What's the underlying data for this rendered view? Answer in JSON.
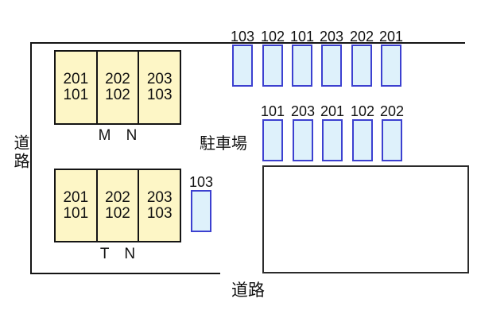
{
  "colors": {
    "background": "#ffffff",
    "outline": "#141414",
    "building_fill": "#fdf6c6",
    "building_border": "#141414",
    "stall_fill": "#def1fb",
    "stall_border": "#3c40d0",
    "block_border": "#2b2b2b",
    "text": "#111111"
  },
  "labels": {
    "road_left": "道路",
    "road_bottom": "道路",
    "parking_lot": "駐車場",
    "building_top_name": "M N",
    "building_bottom_name": "T N",
    "single_stall": "103"
  },
  "building_top": {
    "units": [
      [
        "201",
        "101"
      ],
      [
        "202",
        "102"
      ],
      [
        "203",
        "103"
      ]
    ]
  },
  "building_bottom": {
    "units": [
      [
        "201",
        "101"
      ],
      [
        "202",
        "102"
      ],
      [
        "203",
        "103"
      ]
    ]
  },
  "parking_row_top": [
    "103",
    "102",
    "101",
    "203",
    "202",
    "201"
  ],
  "parking_row_middle": [
    "101",
    "203",
    "201",
    "102",
    "202"
  ]
}
